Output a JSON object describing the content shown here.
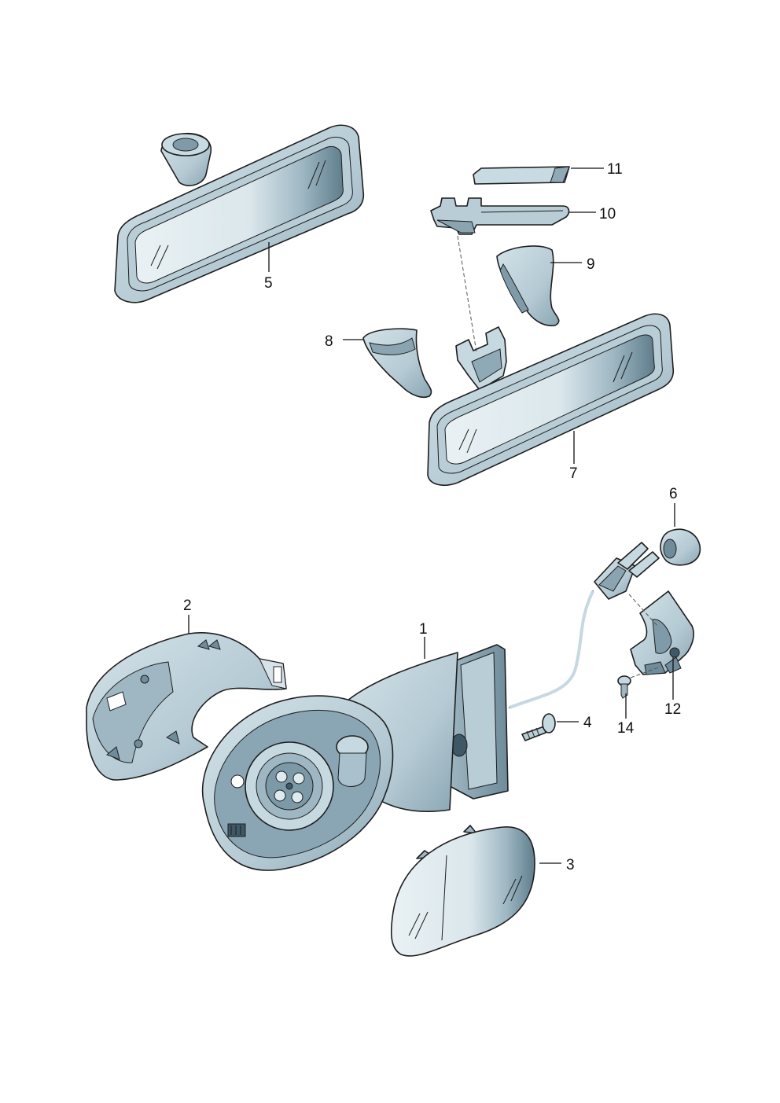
{
  "colors": {
    "housing_light": "#c6d8e0",
    "housing_mid": "#a8c1cd",
    "housing_dark": "#7c99a8",
    "glass_light": "#eef4f6",
    "glass_dark": "#5c7a89",
    "outline": "#1e1e1e"
  },
  "callouts": [
    {
      "id": "1",
      "label": "1"
    },
    {
      "id": "2",
      "label": "2"
    },
    {
      "id": "3",
      "label": "3"
    },
    {
      "id": "4",
      "label": "4"
    },
    {
      "id": "5",
      "label": "5"
    },
    {
      "id": "6",
      "label": "6"
    },
    {
      "id": "7",
      "label": "7"
    },
    {
      "id": "8",
      "label": "8"
    },
    {
      "id": "9",
      "label": "9"
    },
    {
      "id": "10",
      "label": "10"
    },
    {
      "id": "11",
      "label": "11"
    },
    {
      "id": "12",
      "label": "12"
    },
    {
      "id": "14",
      "label": "14"
    }
  ]
}
